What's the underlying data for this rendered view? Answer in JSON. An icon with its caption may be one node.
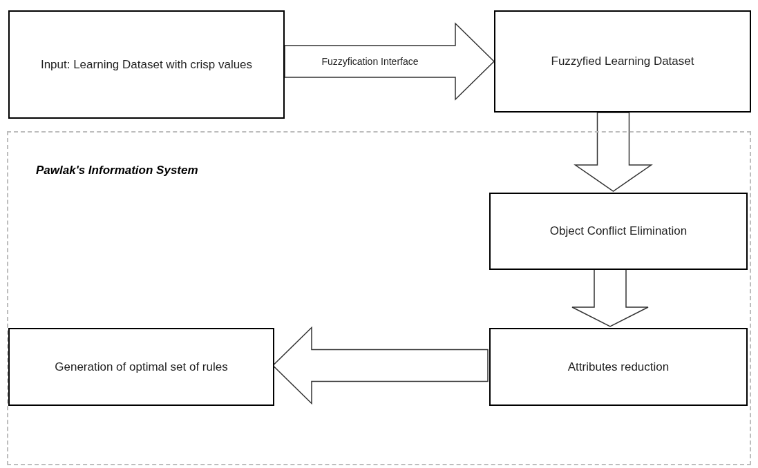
{
  "diagram": {
    "nodes": [
      {
        "text": [
          "Input: Learning Dataset with crisp values"
        ]
      },
      {
        "text": [
          "Fuzzyfied Learning Dataset"
        ]
      },
      {
        "text": [
          "Pawlak's Information System"
        ]
      },
      {
        "text": [
          "Object Conflict Elimination"
        ],
        "in": 2
      },
      {
        "text": [
          "Attributes reduction"
        ],
        "in": 2
      },
      {
        "text": [
          "Generation of optimal set of rules"
        ],
        "in": 2
      }
    ],
    "edges": [
      {
        "from": 0,
        "to": 1,
        "arrow": "to",
        "label": "Fuzzyfication Interface"
      },
      {
        "from": 1,
        "to": 3,
        "arrow": "to"
      },
      {
        "from": 3,
        "to": 4,
        "arrow": "to"
      },
      {
        "from": 4,
        "to": 5,
        "arrow": "to"
      }
    ]
  }
}
